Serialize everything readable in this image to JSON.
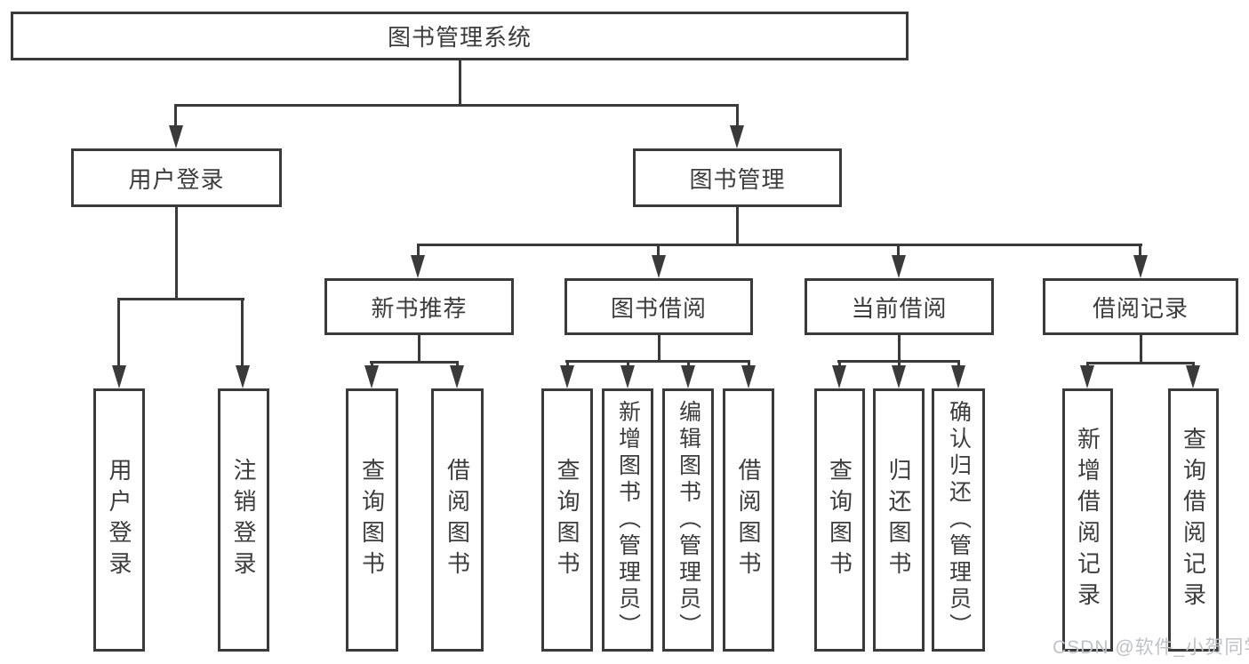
{
  "tree": {
    "label": "图书管理系统",
    "children": [
      {
        "label": "用户登录",
        "children": [
          {
            "label": "用户登录"
          },
          {
            "label": "注销登录"
          }
        ]
      },
      {
        "label": "图书管理",
        "children": [
          {
            "label": "新书推荐",
            "children": [
              {
                "label": "查询图书"
              },
              {
                "label": "借阅图书"
              }
            ]
          },
          {
            "label": "图书借阅",
            "children": [
              {
                "label": "查询图书"
              },
              {
                "label": "新增图书（管理员）"
              },
              {
                "label": "编辑图书（管理员）"
              },
              {
                "label": "借阅图书"
              }
            ]
          },
          {
            "label": "当前借阅",
            "children": [
              {
                "label": "查询图书"
              },
              {
                "label": "归还图书"
              },
              {
                "label": "确认归还（管理员）"
              }
            ]
          },
          {
            "label": "借阅记录",
            "children": [
              {
                "label": "新增借阅记录"
              },
              {
                "label": "查询借阅记录"
              }
            ]
          }
        ]
      }
    ]
  },
  "watermark": "CSDN @软件_小贺同学",
  "colors": {
    "line": "#3a3a3a",
    "text": "#3c3c3c",
    "background": "#ffffff",
    "watermark": "#bfc3c7"
  }
}
